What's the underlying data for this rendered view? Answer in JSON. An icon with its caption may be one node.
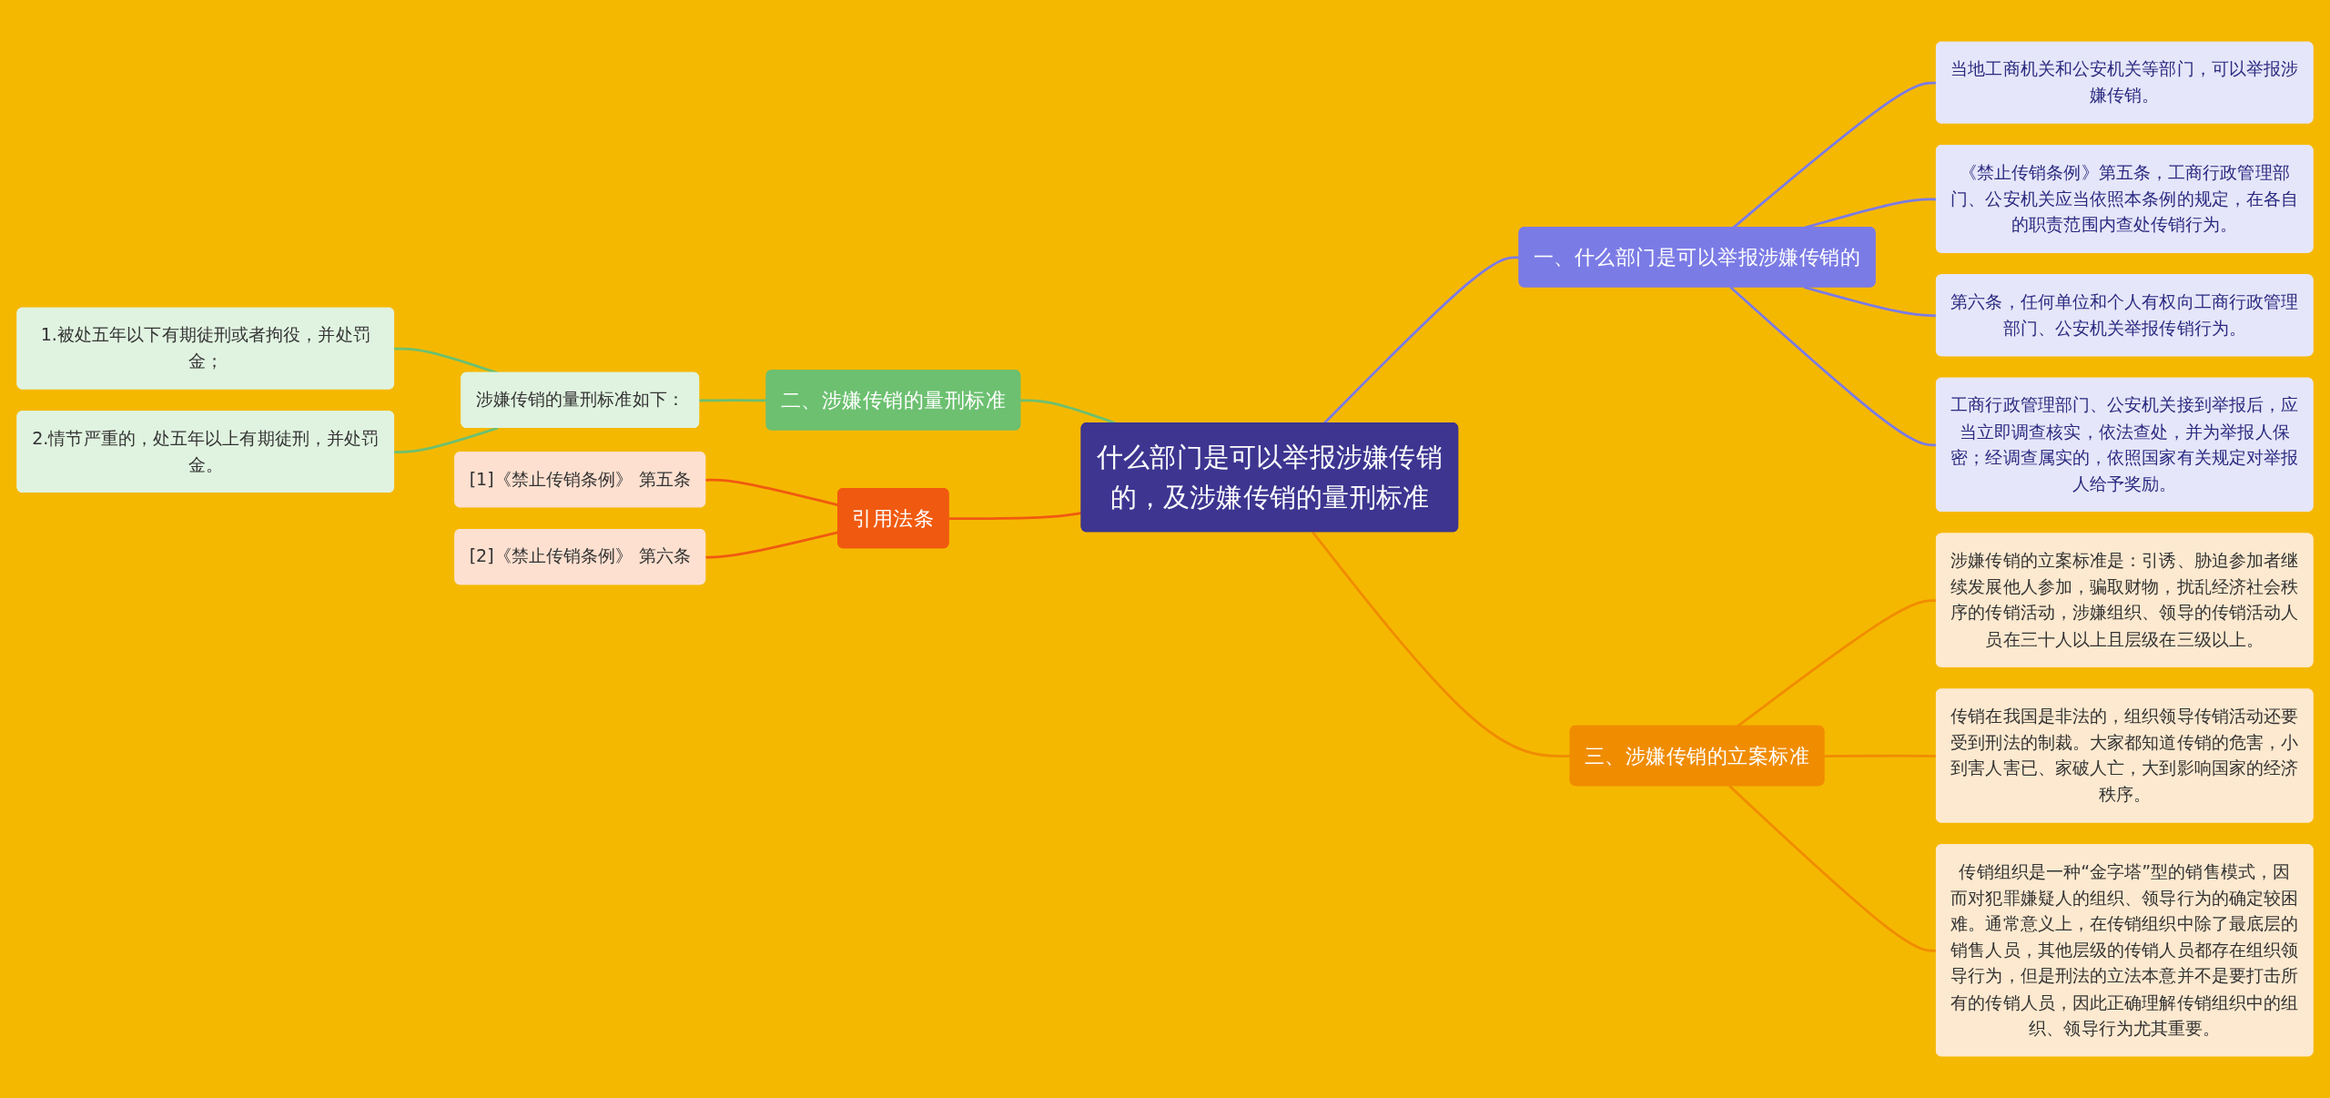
{
  "diagram": {
    "nodes": [
      {
        "text": [
          "什么部门是可以举报涉嫌传销的，及涉嫌传销的量刑标准"
        ]
      },
      {
        "text": [
          "一、什么部门是可以举报涉嫌传销的"
        ]
      },
      {
        "text": [
          "当地工商机关和公安机关等部门，可以举报涉嫌传销。"
        ]
      },
      {
        "text": [
          "《禁止传销条例》第五条，工商行政管理部门、公安机关应当依照本条例的规定，在各自的职责范围内查处传销行为。"
        ]
      },
      {
        "text": [
          "第六条，任何单位和个人有权向工商行政管理部门、公安机关举报传销行为。"
        ]
      },
      {
        "text": [
          "工商行政管理部门、公安机关接到举报后，应当立即调查核实，依法查处，并为举报人保密；经调查属实的，依照国家有关规定对举报人给予奖励。"
        ]
      },
      {
        "text": [
          "三、涉嫌传销的立案标准"
        ]
      },
      {
        "text": [
          "涉嫌传销的立案标准是：引诱、胁迫参加者继续发展他人参加，骗取财物，扰乱经济社会秩序的传销活动，涉嫌组织、领导的传销活动人员在三十人以上且层级在三级以上。"
        ]
      },
      {
        "text": [
          "传销在我国是非法的，组织领导传销活动还要受到刑法的制裁。大家都知道传销的危害，小到害人害已、家破人亡，大到影响国家的经济秩序。"
        ]
      },
      {
        "text": [
          "传销组织是一种“金字塔”型的销售模式，因而对犯罪嫌疑人的组织、领导行为的确定较困难。通常意义上，在传销组织中除了最底层的销售人员，其他层级的传销人员都存在组织领导行为，但是刑法的立法本意并不是要打击所有的传销人员，因此正确理解传销组织中的组织、领导行为尤其重要。"
        ]
      },
      {
        "text": [
          "二、涉嫌传销的量刑标准"
        ]
      },
      {
        "text": [
          "涉嫌传销的量刑标准如下："
        ]
      },
      {
        "text": [
          "1.被处五年以下有期徒刑或者拘役，并处罚金；"
        ]
      },
      {
        "text": [
          "2.情节严重的，处五年以上有期徒刑，并处罚金。"
        ]
      },
      {
        "text": [
          "引用法条"
        ]
      },
      {
        "text": [
          "[1]《禁止传销条例》 第五条"
        ]
      },
      {
        "text": [
          "[2]《禁止传销条例》 第六条"
        ]
      }
    ],
    "edges": [
      {
        "from": 0,
        "to": 1,
        "arrow": "none"
      },
      {
        "from": 1,
        "to": 2,
        "arrow": "none"
      },
      {
        "from": 1,
        "to": 3,
        "arrow": "none"
      },
      {
        "from": 1,
        "to": 4,
        "arrow": "none"
      },
      {
        "from": 1,
        "to": 5,
        "arrow": "none"
      },
      {
        "from": 0,
        "to": 6,
        "arrow": "none",
        "color": "#f08c00"
      },
      {
        "from": 6,
        "to": 7,
        "arrow": "none",
        "color": "#f08c00"
      },
      {
        "from": 6,
        "to": 8,
        "arrow": "none",
        "color": "#f08c00"
      },
      {
        "from": 6,
        "to": 9,
        "arrow": "none",
        "color": "#f08c00"
      },
      {
        "from": 10,
        "to": 0,
        "arrow": "none",
        "color": "#6cc070"
      },
      {
        "from": 11,
        "to": 10,
        "arrow": "none",
        "color": "#6cc070"
      },
      {
        "from": 12,
        "to": 11,
        "arrow": "none",
        "color": "#6cc070"
      },
      {
        "from": 13,
        "to": 11,
        "arrow": "none",
        "color": "#6cc070"
      },
      {
        "from": 14,
        "to": 0,
        "arrow": "none",
        "color": "#f05a10"
      },
      {
        "from": 15,
        "to": 14,
        "arrow": "none",
        "color": "#f05a10"
      },
      {
        "from": 16,
        "to": 14,
        "arrow": "none",
        "color": "#f05a10"
      }
    ]
  }
}
